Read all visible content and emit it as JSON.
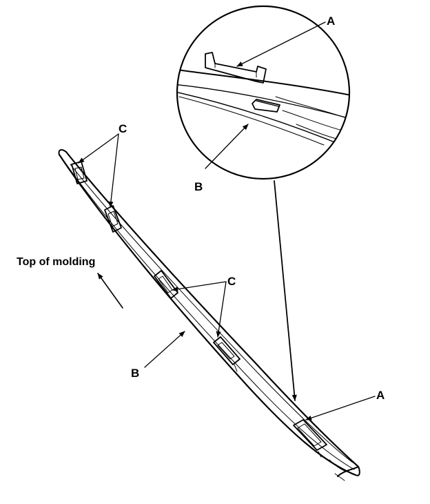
{
  "labels": {
    "a_top": "A",
    "b_top": "B",
    "c_top": "C",
    "c_mid": "C",
    "b_low": "B",
    "a_low": "A",
    "top_of_molding": "Top of molding"
  },
  "colors": {
    "ink": "#000000",
    "background": "#ffffff"
  }
}
